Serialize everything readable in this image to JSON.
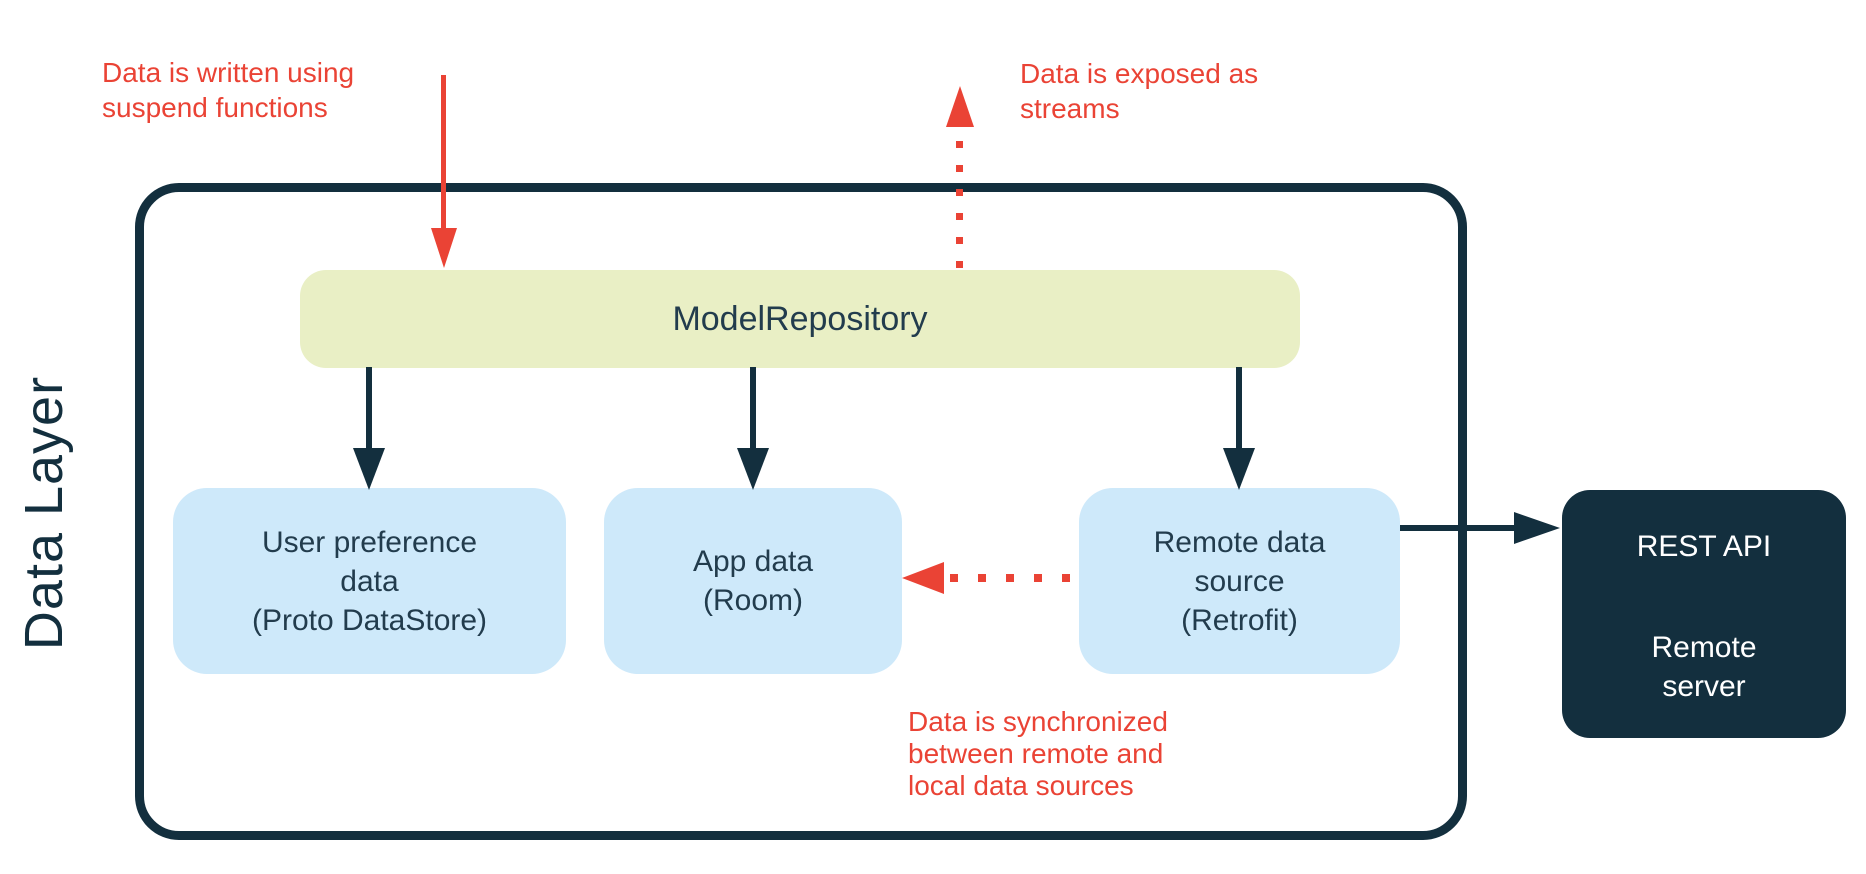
{
  "colors": {
    "navy": "#132F3E",
    "red": "#EA4335",
    "repository_fill": "#E9EFC5",
    "source_fill": "#CEE9FA",
    "server_fill": "#132F3E",
    "box_text": "#223C4D",
    "background": "#FFFFFF"
  },
  "layer_label": "Data Layer",
  "repository": {
    "label": "ModelRepository"
  },
  "sources": [
    {
      "lines": [
        "User preference",
        "data",
        "(Proto DataStore)"
      ]
    },
    {
      "lines": [
        "App data",
        "(Room)"
      ]
    },
    {
      "lines": [
        "Remote data",
        "source",
        "(Retrofit)"
      ]
    }
  ],
  "server": {
    "title": "REST API",
    "lines": [
      "Remote",
      "server"
    ]
  },
  "annotations": {
    "write": {
      "lines": [
        "Data is written using",
        "suspend functions"
      ]
    },
    "expose": {
      "lines": [
        "Data is exposed as",
        "streams"
      ]
    },
    "sync": {
      "lines": [
        "Data is synchronized",
        "between remote and",
        "local data sources"
      ]
    }
  }
}
